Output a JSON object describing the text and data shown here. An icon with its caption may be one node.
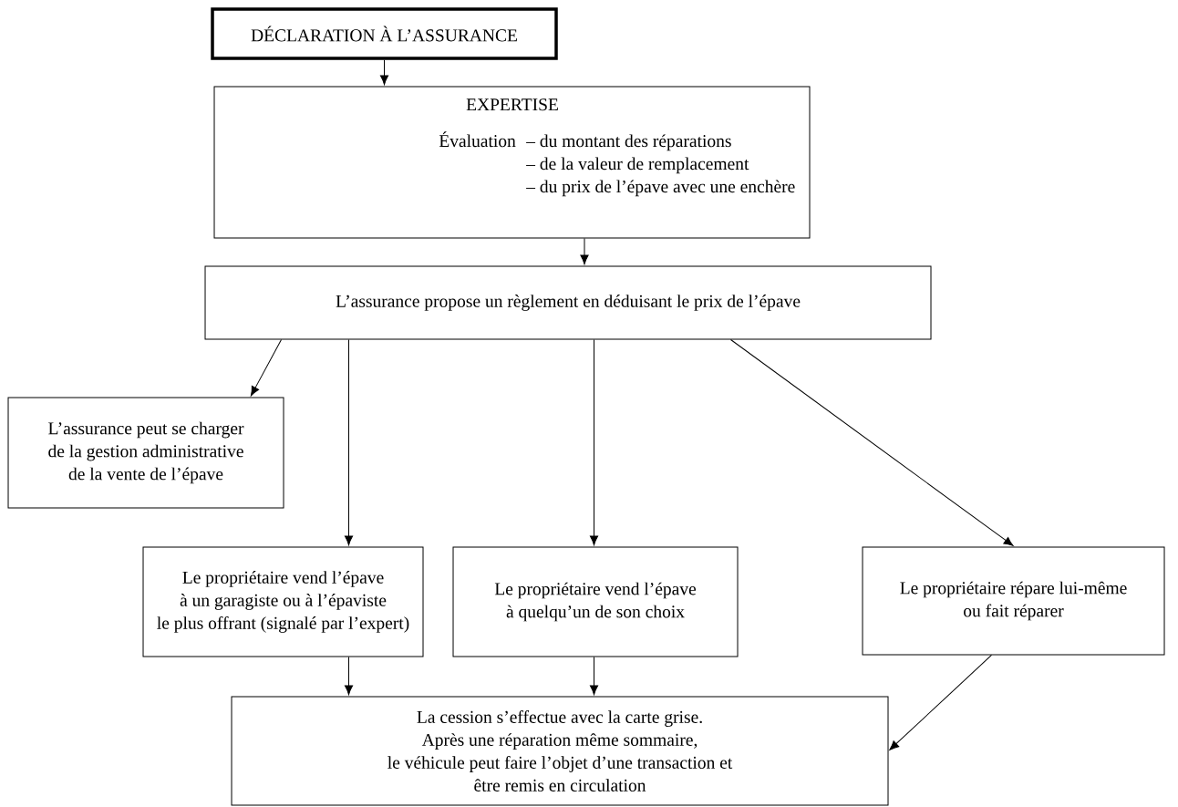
{
  "diagram": {
    "nodes": [
      {
        "text": [
          "DÉCLARATION À L’ASSURANCE"
        ]
      },
      {
        "text": [
          "EXPERTISE",
          "Évaluation",
          "– du montant des réparations",
          "– de la valeur de remplacement",
          "– du prix de l’épave avec une enchère"
        ]
      },
      {
        "text": [
          "L’assurance propose un règlement en déduisant le prix de l’épave"
        ]
      },
      {
        "text": [
          "L’assurance peut se charger de la gestion administrative de la vente de l’épave"
        ]
      },
      {
        "text": [
          "Le propriétaire vend l’épave à un garagiste ou à l’épaviste le plus offrant (signalé par l’expert)"
        ]
      },
      {
        "text": [
          "Le propriétaire vend l’épave à quelqu’un de son choix"
        ]
      },
      {
        "text": [
          "Le propriétaire répare lui-même ou fait réparer"
        ]
      },
      {
        "text": [
          "La cession s’effectue avec la carte grise. Après une réparation même sommaire, le véhicule peut faire l’objet d’une transaction et être remis en circulation"
        ]
      }
    ],
    "edges": [
      {
        "from": 0,
        "to": 1,
        "arrow": "to"
      },
      {
        "from": 1,
        "to": 2,
        "arrow": "to"
      },
      {
        "from": 2,
        "to": 3,
        "arrow": "to"
      },
      {
        "from": 2,
        "to": 4,
        "arrow": "to"
      },
      {
        "from": 2,
        "to": 5,
        "arrow": "to"
      },
      {
        "from": 2,
        "to": 6,
        "arrow": "to"
      },
      {
        "from": 4,
        "to": 7,
        "arrow": "to"
      },
      {
        "from": 5,
        "to": 7,
        "arrow": "to"
      },
      {
        "from": 6,
        "to": 7,
        "arrow": "to"
      }
    ]
  }
}
